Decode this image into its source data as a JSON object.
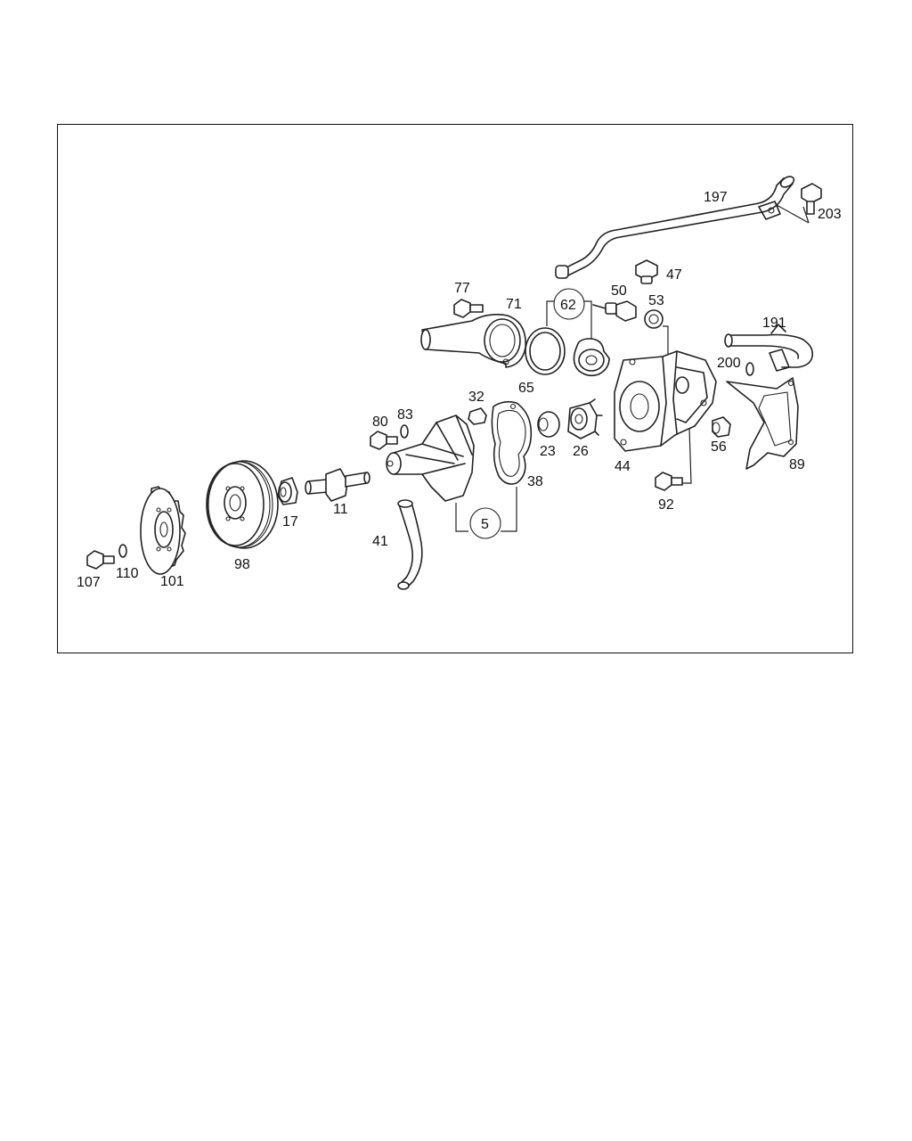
{
  "diagram": {
    "labels": {
      "p197": "197",
      "p203": "203",
      "p47": "47",
      "p77": "77",
      "p71": "71",
      "p62": "62",
      "p50": "50",
      "p53": "53",
      "p191": "191",
      "p200": "200",
      "p65": "65",
      "p32": "32",
      "p80": "80",
      "p83": "83",
      "p23": "23",
      "p26": "26",
      "p44": "44",
      "p56": "56",
      "p89": "89",
      "p38": "38",
      "p92": "92",
      "p17": "17",
      "p11": "11",
      "p5": "5",
      "p41": "41",
      "p98": "98",
      "p107": "107",
      "p110": "110",
      "p101": "101"
    }
  }
}
